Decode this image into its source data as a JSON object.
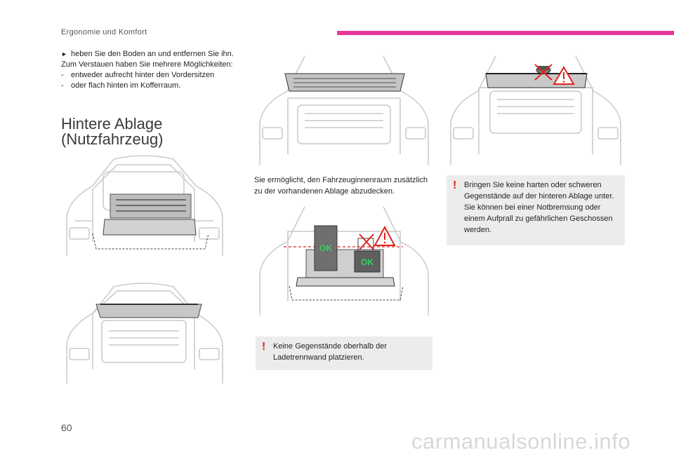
{
  "header": {
    "section": "Ergonomie und Komfort",
    "accent_color": "#e6389a"
  },
  "intro": {
    "line1": "heben Sie den Boden an und entfernen Sie ihn.",
    "line2": "Zum Verstauen haben Sie mehrere Möglichkeiten:",
    "bullet1": "entweder aufrecht hinter den Vordersitzen",
    "bullet2": "oder flach hinten im Kofferraum."
  },
  "heading": {
    "line1": "Hintere Ablage",
    "line2": "(Nutzfahrzeug)"
  },
  "description": "Sie ermöglicht, den Fahrzeuginnenraum zusätzlich zu der vorhandenen Ablage abzudecken.",
  "badges": {
    "ok": "OK"
  },
  "notes": {
    "note1": "Keine Gegenstände oberhalb der Ladetrennwand platzieren.",
    "note2": "Bringen Sie keine harten oder schweren Gegenstände auf der hinteren Ablage unter. Sie können bei einer Notbremsung oder einem Aufprall zu gefährlichen Geschossen werden."
  },
  "footer": {
    "page_number": "60",
    "watermark": "carmanualsonline.info"
  }
}
